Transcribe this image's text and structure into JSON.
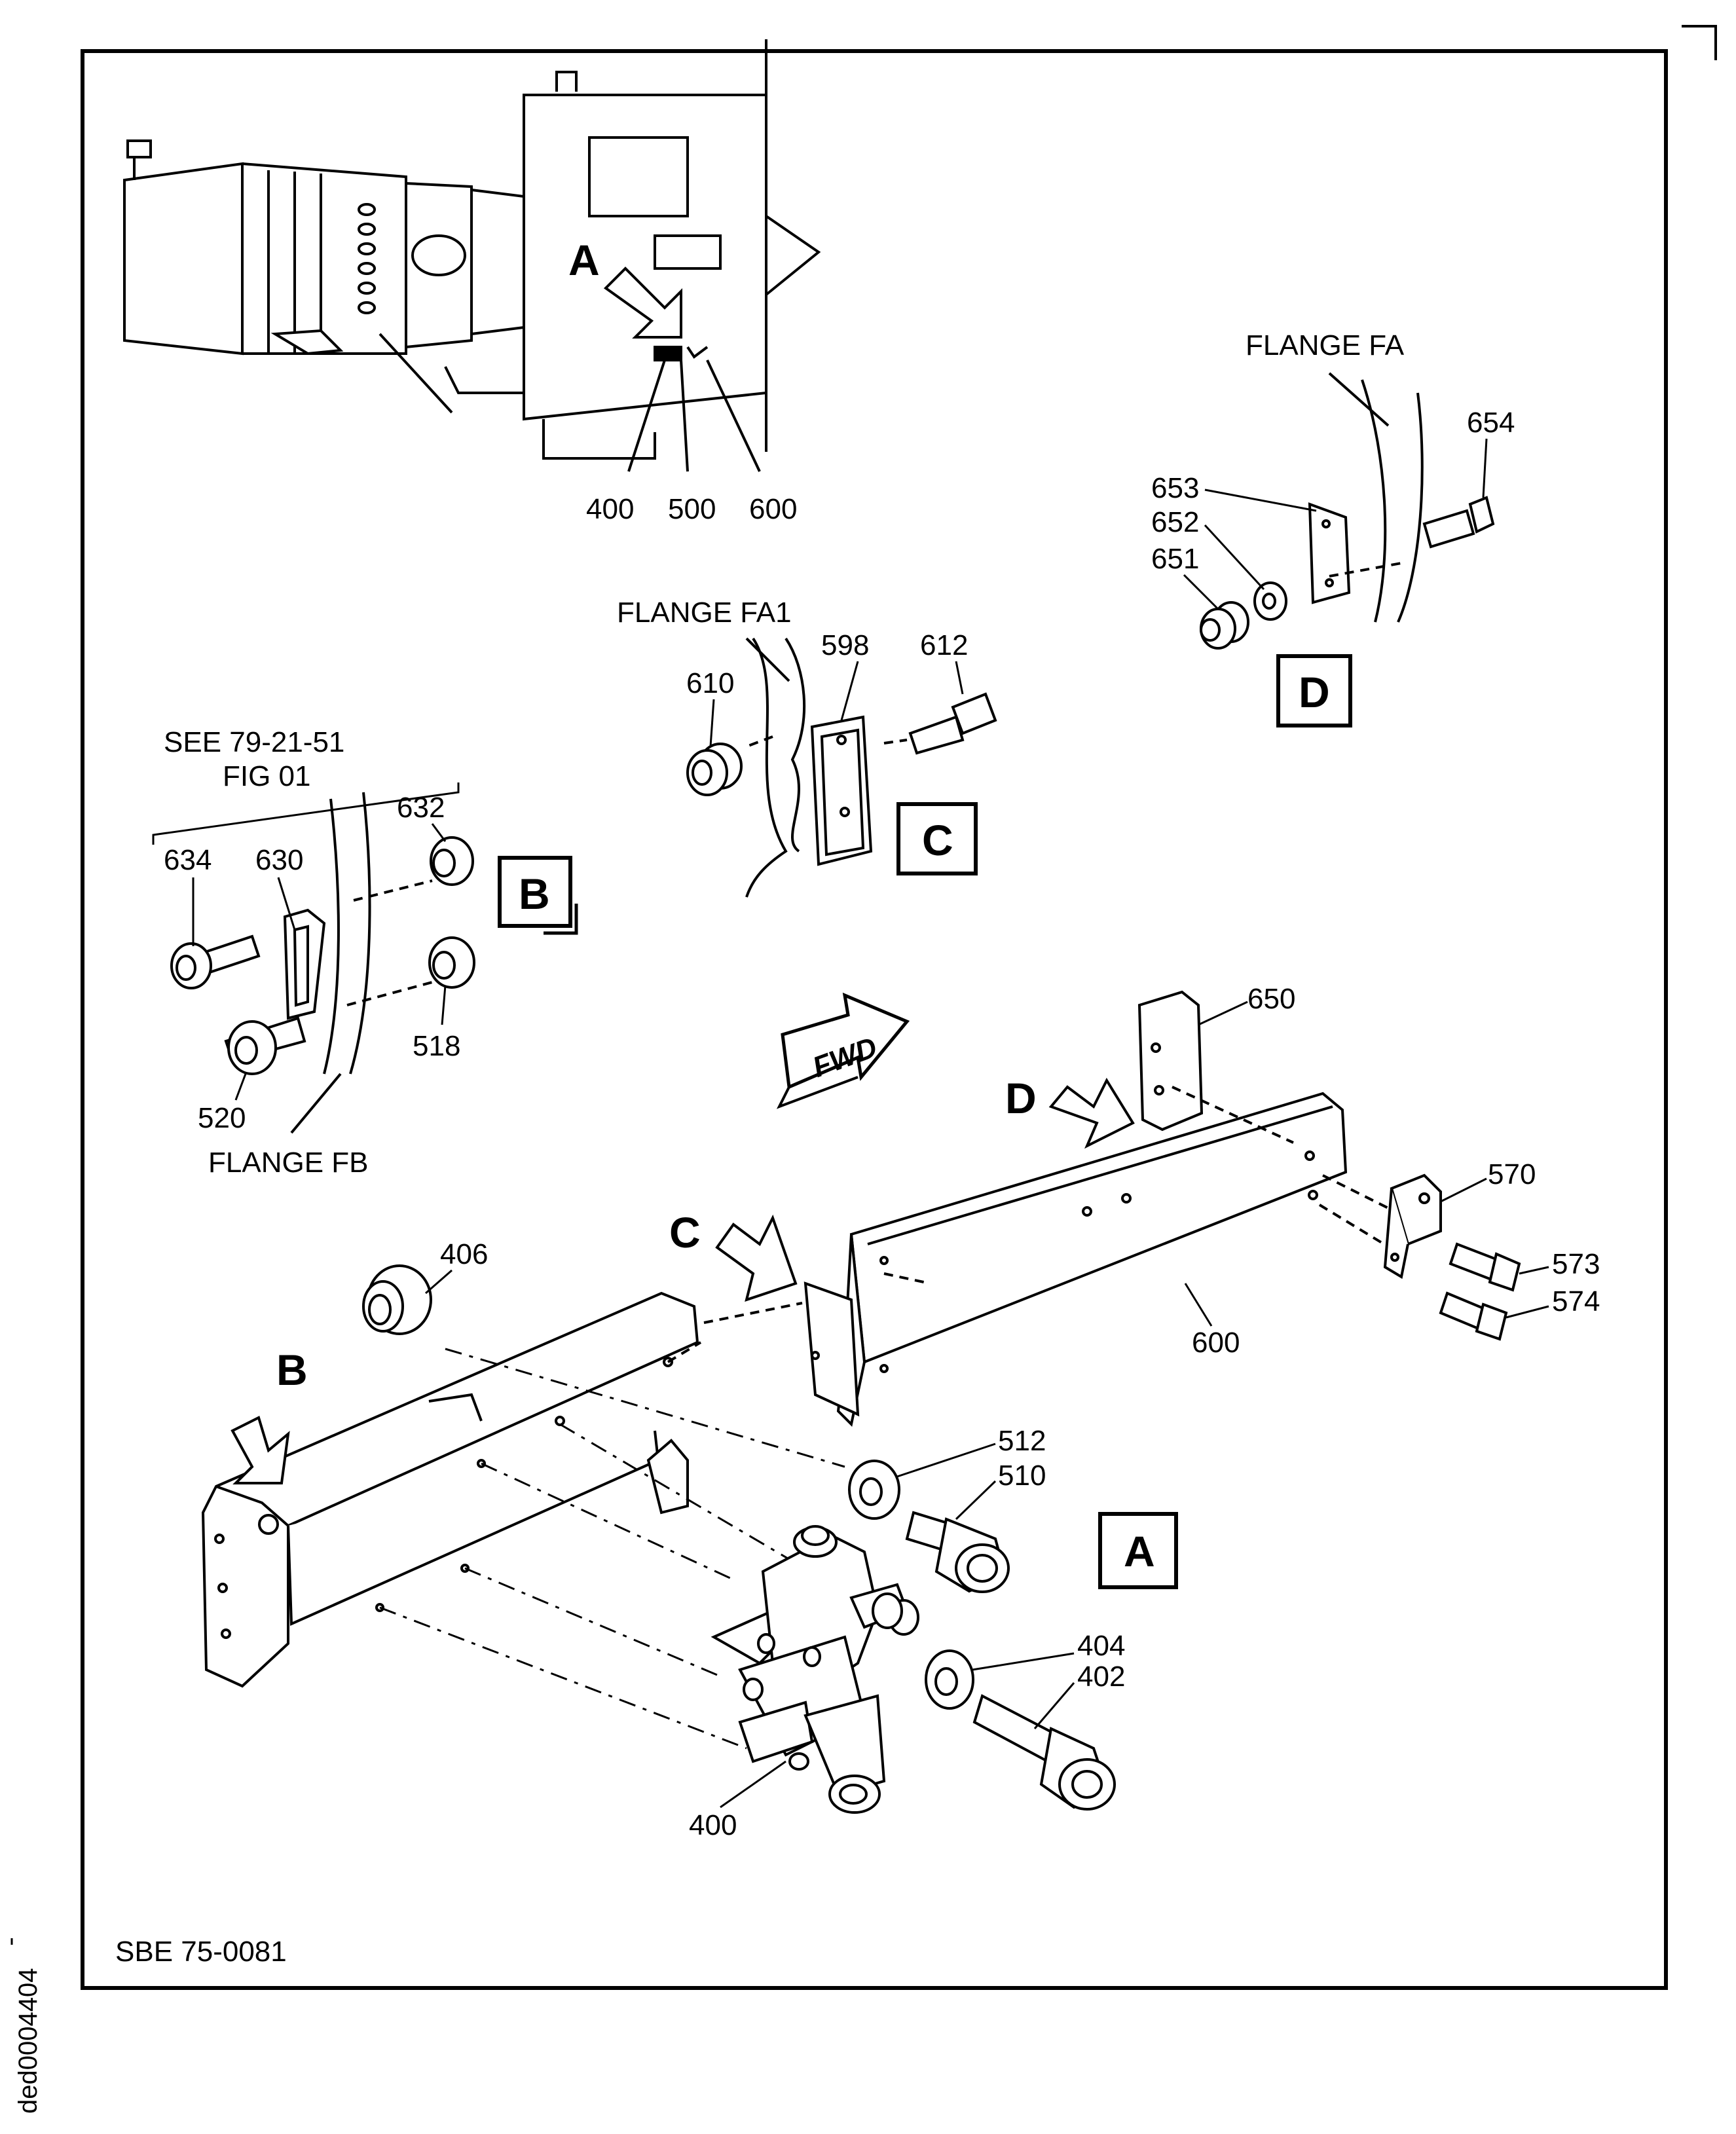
{
  "figure": {
    "reference": "SBE 75-0081",
    "side_code": "ded0004404",
    "fwd_label": "FWD"
  },
  "views": {
    "A": "A",
    "B": "B",
    "C": "C",
    "D": "D"
  },
  "arrows": {
    "A": "A",
    "B": "B",
    "C": "C",
    "D": "D"
  },
  "flanges": {
    "fa": "FLANGE FA",
    "fa1": "FLANGE FA1",
    "fb": "FLANGE FB"
  },
  "see_ref": {
    "line1": "SEE 79-21-51",
    "line2": "FIG 01"
  },
  "callouts": {
    "c400_top": "400",
    "c500": "500",
    "c600_top": "600",
    "c654": "654",
    "c653": "653",
    "c652": "652",
    "c651": "651",
    "c610": "610",
    "c598": "598",
    "c612": "612",
    "c632": "632",
    "c634": "634",
    "c630": "630",
    "c518": "518",
    "c520": "520",
    "c650": "650",
    "c570": "570",
    "c573": "573",
    "c574": "574",
    "c600": "600",
    "c406": "406",
    "c512": "512",
    "c510": "510",
    "c404": "404",
    "c402": "402",
    "c400": "400"
  }
}
